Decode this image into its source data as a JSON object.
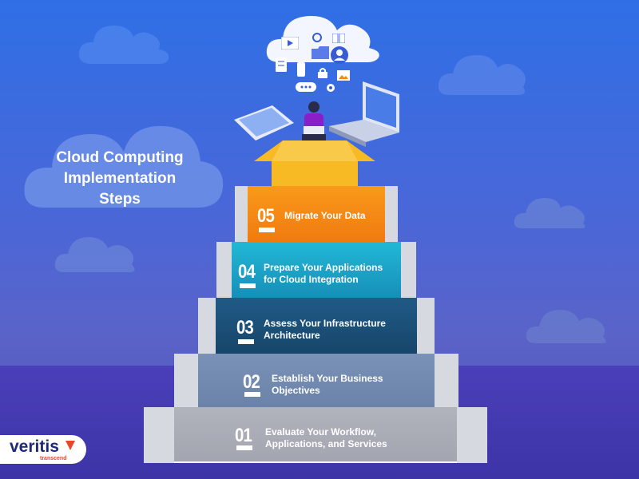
{
  "title": {
    "line1": "Cloud Computing",
    "line2": "Implementation",
    "line3": "Steps"
  },
  "steps": [
    {
      "number": "05",
      "label_line1": "Migrate Your Data",
      "label_line2": "",
      "color": "#f58a12"
    },
    {
      "number": "04",
      "label_line1": "Prepare Your Applications",
      "label_line2": "for Cloud Integration",
      "color": "#19a8c8"
    },
    {
      "number": "03",
      "label_line1": "Assess Your Infrastructure",
      "label_line2": "Architecture",
      "color": "#1d4f78"
    },
    {
      "number": "02",
      "label_line1": "Establish Your Business",
      "label_line2": "Objectives",
      "color": "#6f88b0"
    },
    {
      "number": "01",
      "label_line1": "Evaluate Your Workflow,",
      "label_line2": "Applications, and Services",
      "color": "#a9acb5"
    }
  ],
  "logo": {
    "name": "veritis",
    "tagline": "transcend"
  },
  "colors": {
    "background_top": "#2f6fe6",
    "floor": "#3d34a8",
    "arrow": "#f7b924",
    "cloud": "#6a8fe8"
  },
  "icons": [
    "cloud-icon",
    "play-icon",
    "sync-icon",
    "folder-icon",
    "user-icon",
    "phone-icon",
    "tablet-icon",
    "laptop-icon",
    "lock-icon",
    "image-icon",
    "gear-icon",
    "chat-icon",
    "person-icon"
  ]
}
